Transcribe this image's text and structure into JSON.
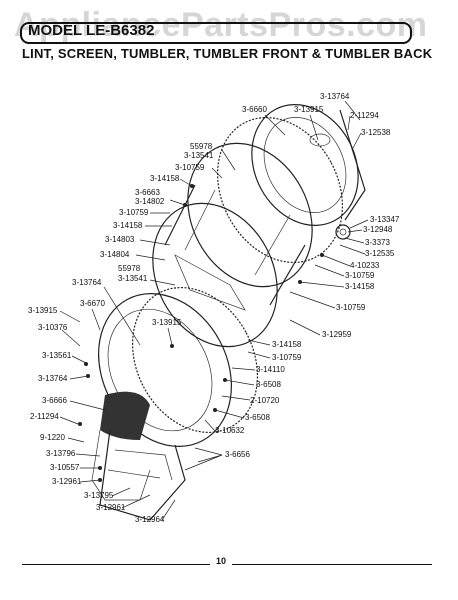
{
  "watermark": "AppliancePartsPros.com",
  "header": {
    "model_label": "MODEL LE-B6382",
    "section_title": "LINT, SCREEN, TUMBLER, TUMBLER FRONT & TUMBLER BACK"
  },
  "parts": [
    "3-13764",
    "3-6660",
    "3-13915",
    "2-11294",
    "3-12538",
    "55978",
    "3-13541",
    "3-10759",
    "3-14158",
    "3-6663",
    "3-14802",
    "3-10759",
    "3-14158",
    "3-14803",
    "3-14804",
    "55978",
    "3-13541",
    "3-13764",
    "3-13347",
    "3-12948",
    "3-3373",
    "3-12535",
    "4-10233",
    "3-10759",
    "3-14158",
    "3-10759",
    "3-13915",
    "3-6670",
    "3-10376",
    "3-13915",
    "3-13561",
    "3-13764",
    "3-12959",
    "3-14158",
    "3-10759",
    "3-14110",
    "3-6508",
    "2-10720",
    "3-6666",
    "3-6508",
    "2-11294",
    "9-1220",
    "3-10632",
    "3-13796",
    "3-6656",
    "3-10557",
    "3-12961",
    "3-13795",
    "3-12961",
    "3-12964"
  ],
  "footer": {
    "page_number": "10"
  }
}
